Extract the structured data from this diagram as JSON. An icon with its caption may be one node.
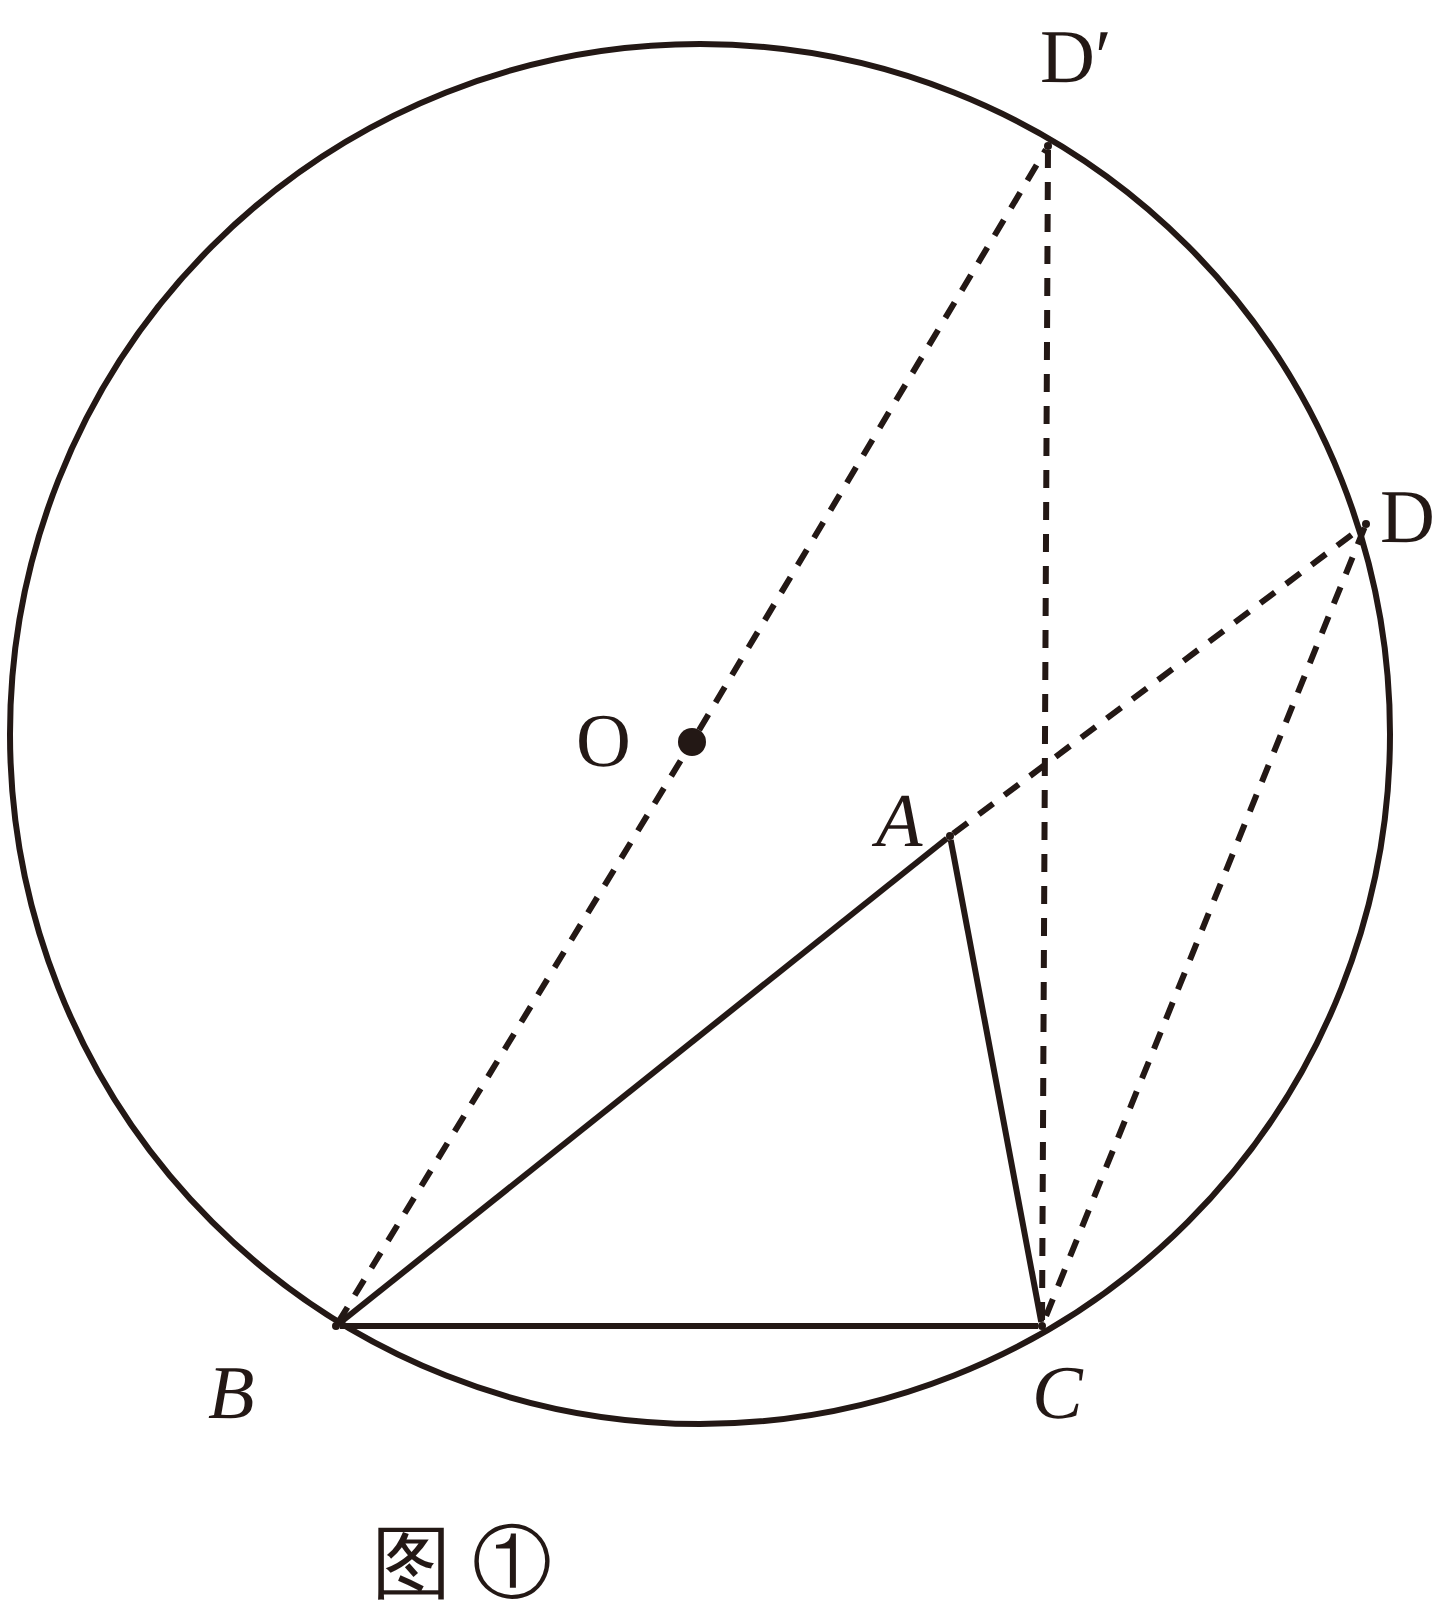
{
  "diagram": {
    "caption": "图 ①",
    "nodes": [
      {
        "text": [],
        "shape": "dot",
        "beside": [
          "D′"
        ]
      },
      {
        "text": [],
        "shape": "dot",
        "beside": [
          "D"
        ]
      },
      {
        "text": [],
        "shape": "dot",
        "beside": [
          "O"
        ]
      },
      {
        "text": [],
        "shape": "dot",
        "beside": [
          "A"
        ]
      },
      {
        "text": [],
        "shape": "dot",
        "beside": [
          "B"
        ]
      },
      {
        "text": [],
        "shape": "dot",
        "beside": [
          "C"
        ]
      }
    ],
    "edges": [
      {
        "from": 4,
        "to": 3,
        "arrow": "none"
      },
      {
        "from": 3,
        "to": 5,
        "arrow": "none"
      },
      {
        "from": 4,
        "to": 5,
        "arrow": "none"
      },
      {
        "from": 4,
        "to": 2,
        "arrow": "none",
        "style": "dashed"
      },
      {
        "from": 2,
        "to": 0,
        "arrow": "none",
        "style": "dashed"
      },
      {
        "from": 3,
        "to": 1,
        "arrow": "none",
        "style": "dashed"
      },
      {
        "from": 0,
        "to": 5,
        "arrow": "none",
        "style": "dashed"
      },
      {
        "from": 1,
        "to": 5,
        "arrow": "none",
        "style": "dashed"
      }
    ]
  }
}
